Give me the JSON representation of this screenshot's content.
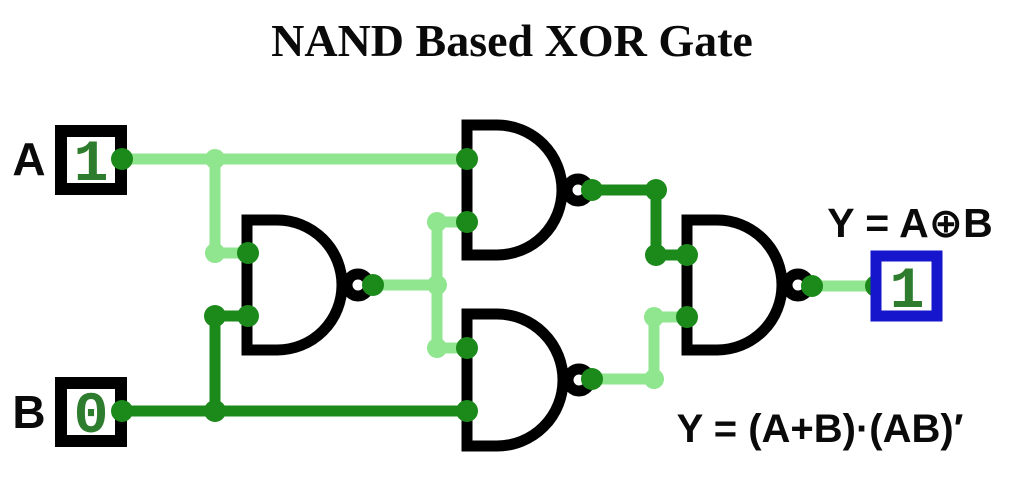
{
  "title": "NAND Based XOR Gate",
  "inputs": {
    "a": {
      "label": "A",
      "value": "1",
      "state": "high"
    },
    "b": {
      "label": "B",
      "value": "0",
      "state": "low"
    }
  },
  "output": {
    "equation": "Y = A⊕B",
    "value": "1",
    "state": "high"
  },
  "formula": "Y = (A+B)·(AB)′",
  "gates": {
    "nand1": "NAND",
    "nand2": "NAND",
    "nand3": "NAND",
    "nand4": "NAND"
  },
  "wires": {
    "a": "high",
    "b": "low",
    "nand1_out": "high",
    "nand2_out": "low",
    "nand3_out": "high",
    "y_out": "high"
  },
  "colors": {
    "high": "#8FE68F",
    "low": "#1B8A1B",
    "node": "#1B8A1B",
    "gate": "#000000",
    "input_box": "#000000",
    "output_box": "#1616CC",
    "value_green": "#2E7D2E",
    "text": "#0A0A0A"
  }
}
